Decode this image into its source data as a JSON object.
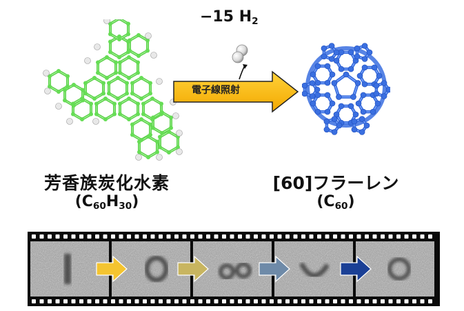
{
  "reaction": {
    "h2_prefix": "−15 H",
    "h2_sub": "2",
    "arrow_label": "電子線照射"
  },
  "reactant": {
    "name": "芳香族炭化水素",
    "formula_open": "(C",
    "formula_sub1": "60",
    "formula_mid": "H",
    "formula_sub2": "30",
    "formula_close": ")"
  },
  "product": {
    "name": "[60]フラーレン",
    "formula_open": "(C",
    "formula_sub1": "60",
    "formula_close": ")"
  },
  "filmstrip": {
    "arrow_colors": [
      "#f4c430",
      "#c8b560",
      "#6e8aa8",
      "#1a3f95"
    ]
  },
  "colors": {
    "molecule_carbon": "#66dd55",
    "hydrogen": "#e8e8e8",
    "fullerene": "#3a6fe0",
    "arrow_fill": "#f7b500"
  }
}
